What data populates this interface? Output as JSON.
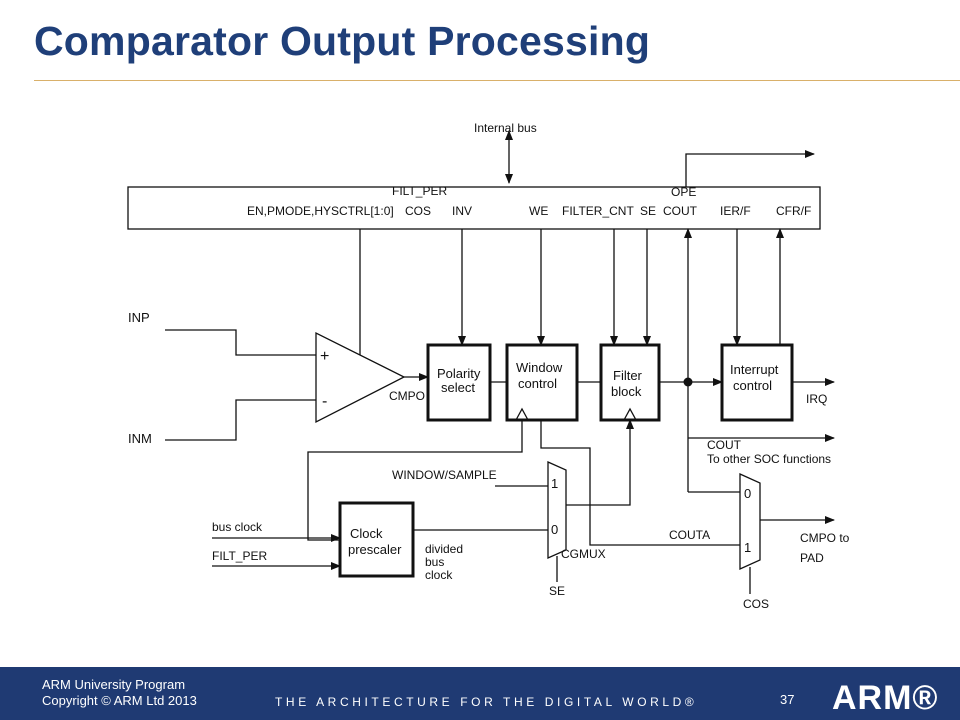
{
  "slide": {
    "title": "Comparator Output Processing"
  },
  "diagram": {
    "bus_label": "Internal bus",
    "register_fields": {
      "filt_per": "FILT_PER",
      "ope": "OPE",
      "en_pmode": "EN,PMODE,HYSCTRL[1:0]",
      "cos": "COS",
      "inv": "INV",
      "we": "WE",
      "filter_cnt": "FILTER_CNT",
      "se": "SE",
      "cout": "COUT",
      "ier_f": "IER/F",
      "cfr_f": "CFR/F"
    },
    "inputs": {
      "inp": "INP",
      "inm": "INM",
      "bus_clock": "bus clock",
      "filt_per": "FILT_PER",
      "window_sample": "WINDOW/SAMPLE"
    },
    "comparator": {
      "plus": "+",
      "minus": "-",
      "cmpo": "CMPO"
    },
    "blocks": {
      "polarity": [
        "Polarity",
        "select"
      ],
      "window": [
        "Window",
        "control"
      ],
      "filter": [
        "Filter",
        "block"
      ],
      "interrupt": [
        "Interrupt",
        "control"
      ],
      "clock": [
        "Clock",
        "prescaler"
      ]
    },
    "mux": {
      "cgmux": "CGMUX",
      "in1": "1",
      "in0": "0",
      "se": "SE"
    },
    "outmux": {
      "in0": "0",
      "in1": "1",
      "cos": "COS"
    },
    "signals": {
      "irq": "IRQ",
      "cout": "COUT",
      "to_other": "To other SOC functions",
      "couta": "COUTA",
      "cmpo_to": "CMPO to",
      "pad": "PAD",
      "divided": [
        "divided",
        "bus",
        "clock"
      ]
    }
  },
  "footer": {
    "program": "ARM University Program",
    "copyright": "Copyright © ARM Ltd 2013",
    "tagline": "THE ARCHITECTURE FOR THE DIGITAL WORLD®",
    "page": "37",
    "logo": "ARM®"
  }
}
